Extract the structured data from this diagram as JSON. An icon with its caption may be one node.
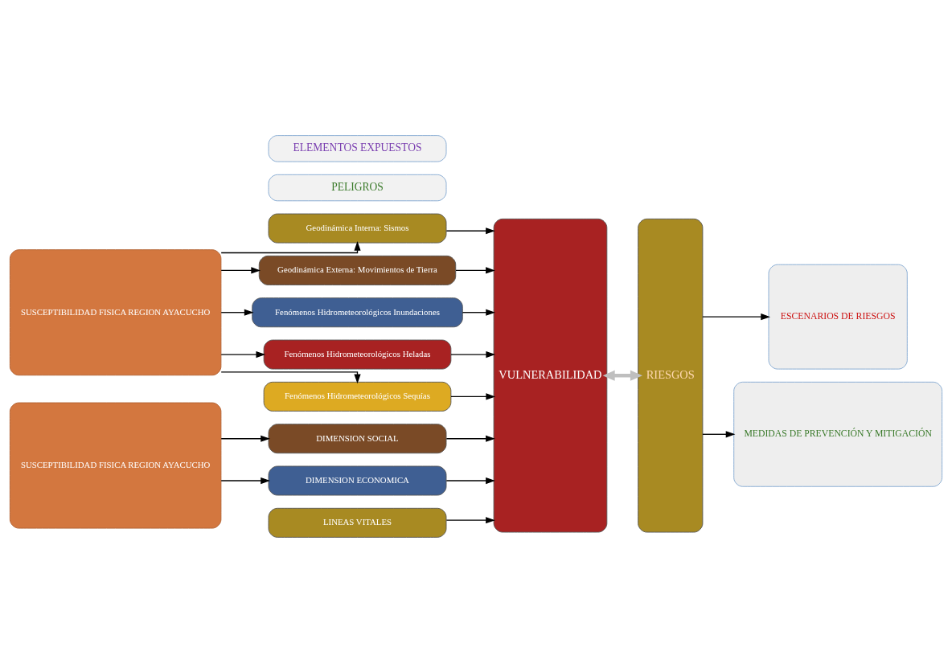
{
  "diagram": {
    "nodes": [
      {
        "text": [
          "PELIGROS"
        ]
      },
      {
        "text": [
          "SUSCEPTIBILIDAD FISICA REGION AYACUCHO"
        ]
      },
      {
        "text": [
          "Geodinámica Interna: Sismos"
        ]
      },
      {
        "text": [
          "Geodinámica Externa: Movimientos de Tierra"
        ]
      },
      {
        "text": [
          "Fenómenos Hidrometeorológicos Inundaciones"
        ]
      },
      {
        "text": [
          "Fenómenos Hidrometeorológicos Heladas"
        ]
      },
      {
        "text": [
          "Fenómenos Hidrometeorológicos Sequías"
        ]
      },
      {
        "text": [
          "ELEMENTOS EXPUESTOS"
        ]
      },
      {
        "text": [
          "SUSCEPTIBILIDAD FISICA REGION AYACUCHO"
        ]
      },
      {
        "text": [
          "DIMENSION SOCIAL"
        ]
      },
      {
        "text": [
          "LINEAS VITALES"
        ]
      },
      {
        "text": [
          "DIMENSION ECONOMICA"
        ]
      },
      {
        "text": [
          "VULNERABILIDAD"
        ]
      },
      {
        "text": [
          "RIESGOS"
        ]
      },
      {
        "text": [
          "ESCENARIOS DE RIESGOS"
        ]
      },
      {
        "text": [
          "MEDIDAS DE PREVENCIÓN Y MITIGACIÓN"
        ]
      }
    ],
    "edges": [
      {
        "from": 1,
        "to": 2,
        "arrow": "to"
      },
      {
        "from": 1,
        "to": 3,
        "arrow": "to"
      },
      {
        "from": 1,
        "to": 4,
        "arrow": "to"
      },
      {
        "from": 1,
        "to": 5,
        "arrow": "to"
      },
      {
        "from": 1,
        "to": 6,
        "arrow": "to"
      },
      {
        "from": 8,
        "to": 9,
        "arrow": "to"
      },
      {
        "from": 8,
        "to": 11,
        "arrow": "to"
      },
      {
        "from": 2,
        "to": 12,
        "arrow": "to"
      },
      {
        "from": 3,
        "to": 12,
        "arrow": "to"
      },
      {
        "from": 4,
        "to": 12,
        "arrow": "to"
      },
      {
        "from": 5,
        "to": 12,
        "arrow": "to"
      },
      {
        "from": 6,
        "to": 12,
        "arrow": "to"
      },
      {
        "from": 9,
        "to": 12,
        "arrow": "to"
      },
      {
        "from": 10,
        "to": 12,
        "arrow": "to"
      },
      {
        "from": 11,
        "to": 12,
        "arrow": "to"
      },
      {
        "from": 12,
        "to": 13,
        "arrow": "both",
        "style": "thick",
        "color": "#bfbfbf"
      },
      {
        "from": 13,
        "to": 14,
        "arrow": "to"
      },
      {
        "from": 13,
        "to": 15,
        "arrow": "to"
      }
    ]
  }
}
